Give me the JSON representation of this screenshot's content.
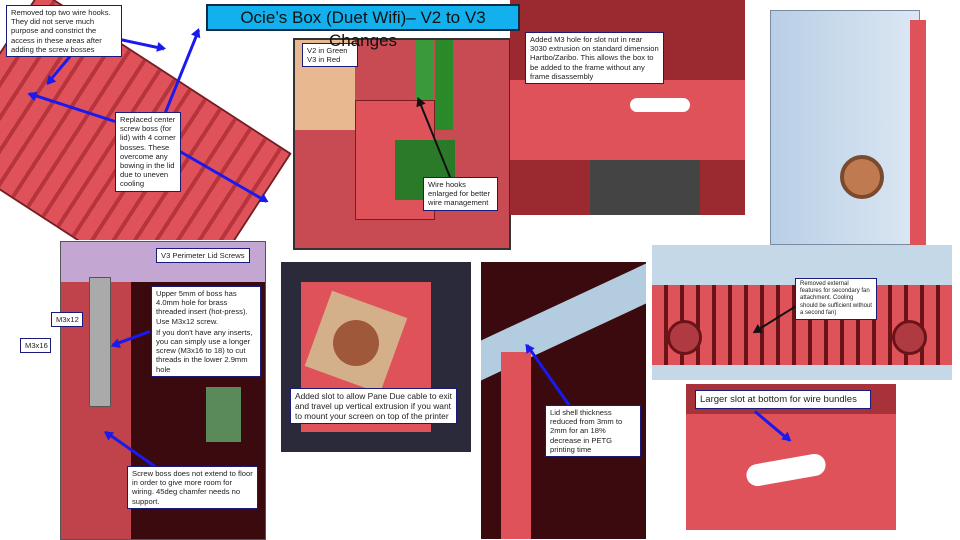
{
  "title": "Ocie’s Box (Duet Wifi)– V2 to V3 Changes",
  "colors": {
    "v3_red": "#e0525a",
    "v2_green": "#2a8a2a",
    "title_bg": "#13b0ee",
    "callout_border": "#1a1a7a",
    "arrow": "#1a1aee"
  },
  "callouts": {
    "removed_hooks": "Removed top two wire hooks. They did not serve much purpose and constrict the access in these areas after adding the screw bosses",
    "replaced_boss": "Replaced center screw boss (for lid) with 4 corner bosses. These overcome any bowing in the lid due to uneven cooling",
    "legend": "V2 in Green\nV3 in Red",
    "wire_hooks": "Wire hooks enlarged for better wire management",
    "m3_hole": "Added M3 hole for slot nut in rear 3030 extrusion on standard dimension Hartbo/Zaribo. This allows the box to be added to the frame without any frame disassembly",
    "perimeter_screws": "V3 Perimeter Lid Screws",
    "upper_boss": "Upper 5mm of boss has 4.0mm hole for brass threaded insert (hot-press). Use M3x12 screw.",
    "no_inserts": "If you don't have any inserts, you can simply use a longer screw (M3x16 to 18) to cut threads in the lower 2.9mm hole",
    "m3x12": "M3x12",
    "m3x16": "M3x16",
    "screw_boss": "Screw boss does not extend to floor in order to give more room for wiring. 45deg chamfer needs no support.",
    "slot_panel": "Added slot to allow Pane Due cable to exit and travel up vertical extrusion if you want to mount your screen on top of the printer",
    "lid_shell": "Lid shell thickness reduced from 3mm to 2mm for an 18% decrease in PETG printing time",
    "fan_features": "Removed external features for secondary fan attachment. Cooling should be sufficient without a second fan)",
    "larger_slot": "Larger slot at bottom for wire bundles"
  }
}
